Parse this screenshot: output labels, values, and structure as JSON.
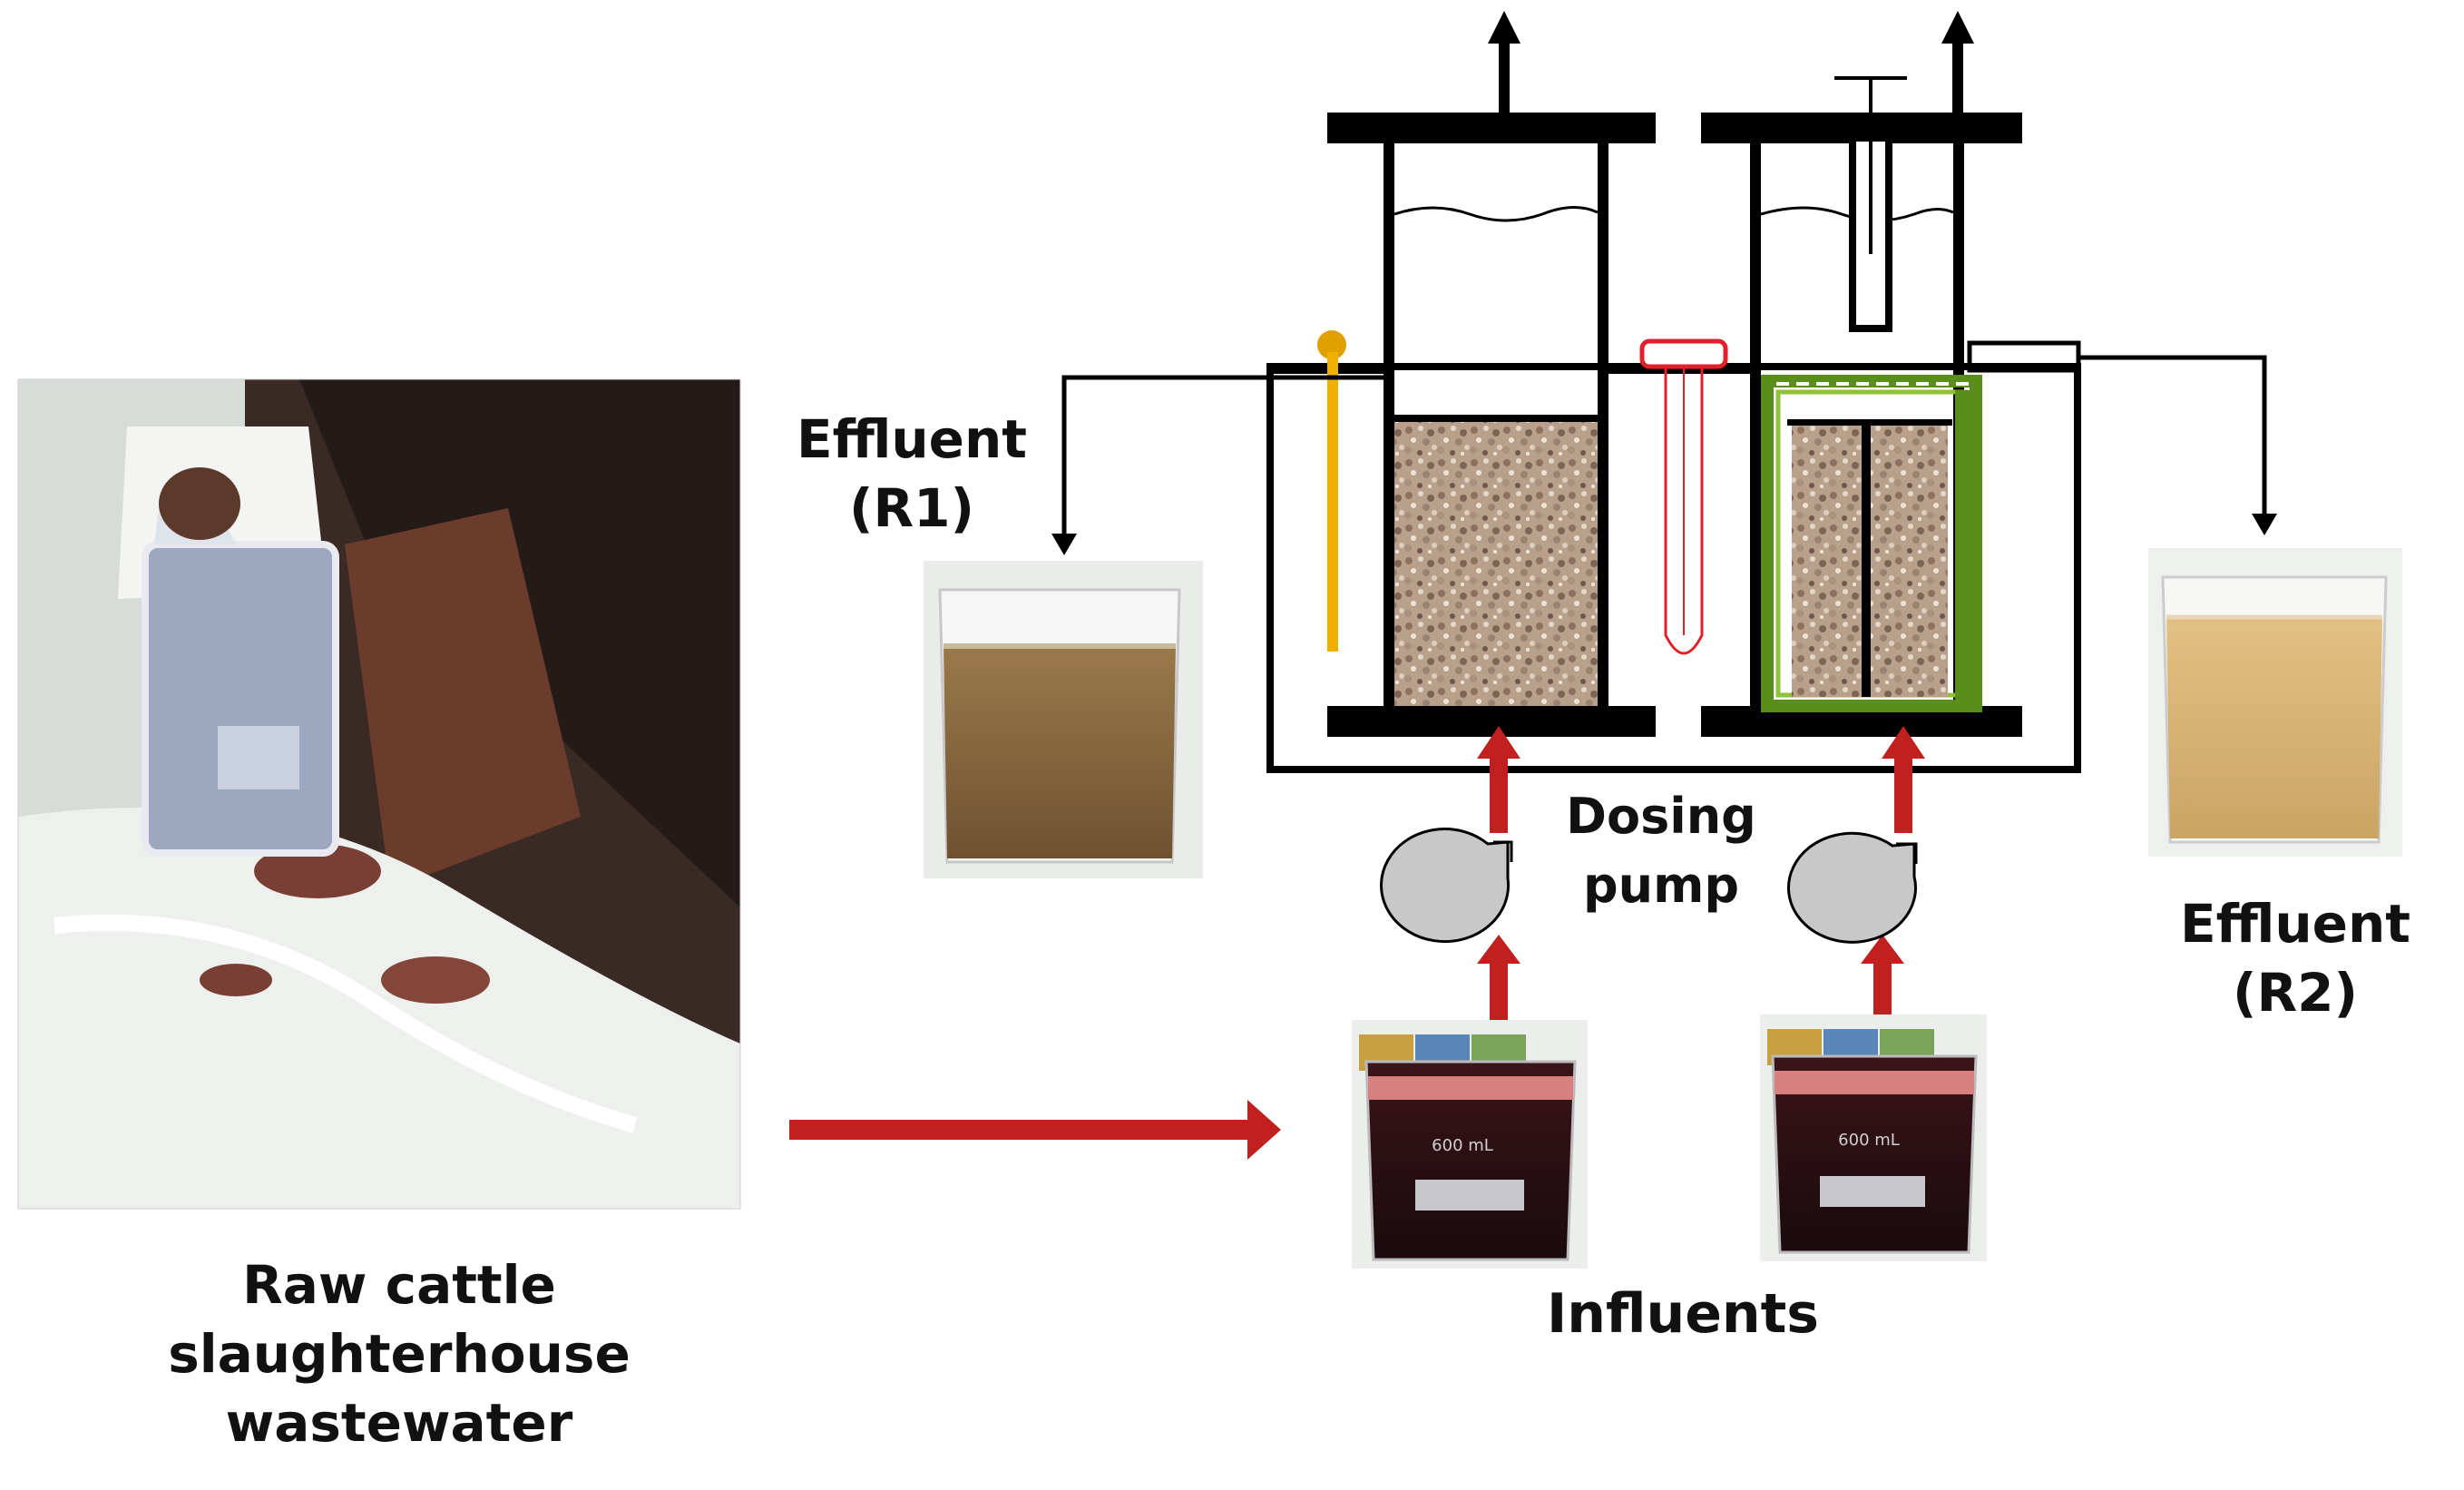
{
  "labels": {
    "raw_wastewater": [
      "Raw cattle",
      "slaughterhouse",
      "wastewater"
    ],
    "effluent_r1": [
      "Effluent",
      "(R1)"
    ],
    "effluent_r2": [
      "Effluent",
      "(R2)"
    ],
    "dosing_pump": [
      "Dosing",
      "pump"
    ],
    "influents": "Influents",
    "beaker_volume": "600 mL"
  },
  "colors": {
    "line": "#000000",
    "flow_arrow": "#c0201e",
    "media": "#b59d88",
    "pump": "#c8c8c8",
    "thermometer": "#f0b000",
    "probe": "#e0202a",
    "membrane_frame": "#5a8e1c",
    "wastewater": "#2a0f14",
    "foam": "#d88080",
    "effluent_r1": "#8a6a3e",
    "effluent_r2": "#d4b272"
  },
  "icons": [
    "photo-slaughterhouse",
    "reactor-r1",
    "reactor-r2",
    "dosing-pump-icon",
    "beaker-icon",
    "thermometer-icon",
    "probe-icon",
    "flow-arrow"
  ]
}
